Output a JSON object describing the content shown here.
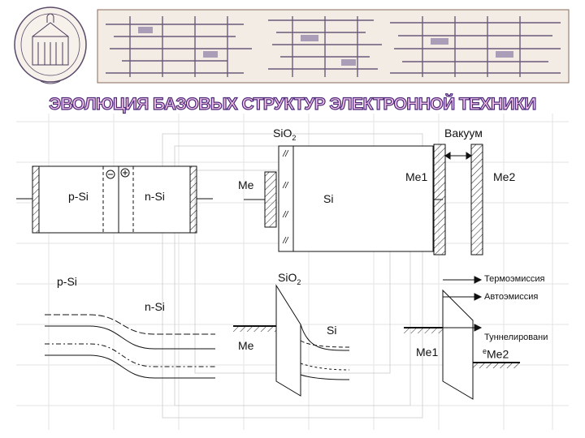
{
  "title": "ЭВОЛЮЦИЯ БАЗОВЫХ СТРУКТУР ЭЛЕКТРОННОЙ ТЕХНИКИ",
  "labels": {
    "p_si": "p-Si",
    "n_si": "n-Si",
    "sio2_top": "Si",
    "sio2_top_sub": "O",
    "sio2_top_idx": "2",
    "me": "Me",
    "si": "Si",
    "vacuum": "Вакуум",
    "me1": "Me1",
    "me2": "Me2",
    "p_si_lower": "p-Si",
    "n_si_lower": "n-Si",
    "sio2_lower": "Si",
    "sio2_lower_sub": "O",
    "sio2_lower_idx": "2",
    "si_lower": "Si",
    "me_lower": "Me",
    "me1_lower": "Me1",
    "thermo": "Термоэмиссия",
    "auto": "Автоэмиссия",
    "tunnel": "Туннелировани",
    "e_label": "e",
    "me2_lower": "Me2"
  },
  "colors": {
    "title_fill": "#f2c0e6",
    "title_outline": "#4b2a7a",
    "background_lines": "#d9d9d9",
    "diagram_lines": "#111111"
  }
}
